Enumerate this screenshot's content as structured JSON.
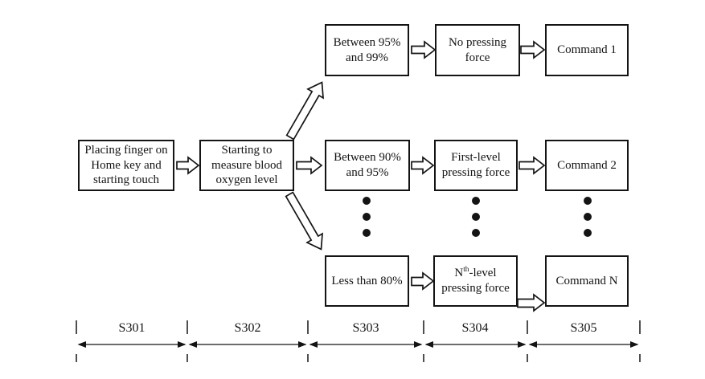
{
  "diagram": {
    "boxes": {
      "placing": {
        "lines": [
          "Placing finger on",
          "Home key and",
          "starting touch"
        ]
      },
      "measure": {
        "lines": [
          "Starting to",
          "measure blood",
          "oxygen level"
        ]
      },
      "range_high": {
        "lines": [
          "Between 95%",
          "and 99%"
        ]
      },
      "no_force": {
        "lines": [
          "No pressing",
          "force"
        ]
      },
      "command_1": {
        "lines": [
          "Command 1"
        ]
      },
      "range_mid": {
        "lines": [
          "Between 90%",
          "and 95%"
        ]
      },
      "first_level": {
        "lines": [
          "First-level",
          "pressing force"
        ]
      },
      "command_2": {
        "lines": [
          "Command 2"
        ]
      },
      "range_low": {
        "lines": [
          "Less than 80%"
        ]
      },
      "nth_level": {
        "base": "N",
        "sup": "th",
        "suffix": "-level",
        "line2": "pressing force"
      },
      "command_n": {
        "lines": [
          "Command N"
        ]
      }
    },
    "timeline": {
      "labels": [
        "S301",
        "S302",
        "S303",
        "S304",
        "S305"
      ]
    },
    "colors": {
      "stroke": "#141414",
      "background": "#ffffff"
    }
  }
}
